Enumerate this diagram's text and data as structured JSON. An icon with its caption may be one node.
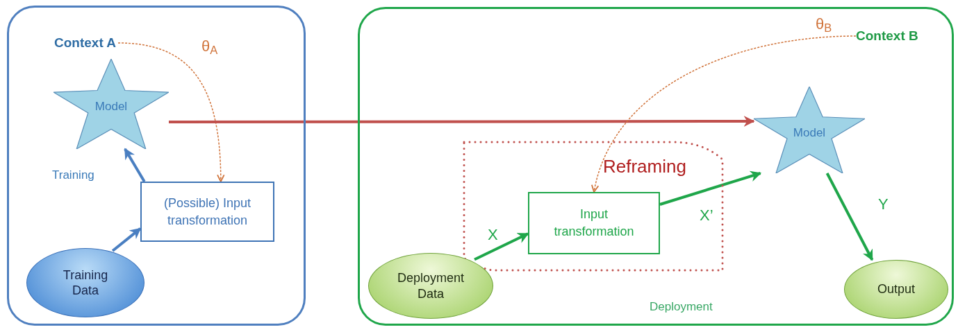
{
  "diagram": {
    "nodes": [
      {
        "text": [],
        "shape": "box"
      },
      {
        "text": [
          "Context A"
        ],
        "in": 0
      },
      {
        "text": [
          "Model"
        ],
        "in": 0
      },
      {
        "text": [
          "(Possible) Input transformation"
        ],
        "in": 0
      },
      {
        "text": [
          "Training Data"
        ],
        "in": 0
      },
      {
        "text": [],
        "shape": "box"
      },
      {
        "text": [
          "Context B"
        ],
        "in": 5
      },
      {
        "text": [
          "Reframing"
        ],
        "in": 5
      },
      {
        "text": [
          "Input transformation"
        ],
        "in": 7
      },
      {
        "text": [
          "Model"
        ],
        "in": 5
      },
      {
        "text": [
          "Deployment Data"
        ],
        "in": 5
      },
      {
        "text": [
          "Output"
        ],
        "in": 5
      }
    ],
    "edges": [
      {
        "from": 1,
        "to": 3,
        "arrow": "to",
        "label": "θ$_{A}$",
        "style": "dashed",
        "color": "#d0733a"
      },
      {
        "from": 4,
        "to": 3,
        "arrow": "to",
        "color": "#4a7fc1"
      },
      {
        "from": 3,
        "to": 2,
        "arrow": "to",
        "color": "#4a7fc1"
      },
      {
        "from": 2,
        "to": 9,
        "arrow": "to",
        "color": "#c0504d"
      },
      {
        "from": 6,
        "to": 8,
        "arrow": "to",
        "label": "θ$_{B}$",
        "style": "dashed",
        "color": "#d0733a"
      },
      {
        "from": 10,
        "to": 8,
        "arrow": "to",
        "label": "X",
        "color": "#1fa64a"
      },
      {
        "from": 8,
        "to": 9,
        "arrow": "to",
        "label": "X’",
        "color": "#1fa64a"
      },
      {
        "from": 9,
        "to": 11,
        "arrow": "to",
        "label": "Y",
        "color": "#1fa64a"
      }
    ],
    "labels": [
      "Training",
      "Deployment"
    ]
  }
}
